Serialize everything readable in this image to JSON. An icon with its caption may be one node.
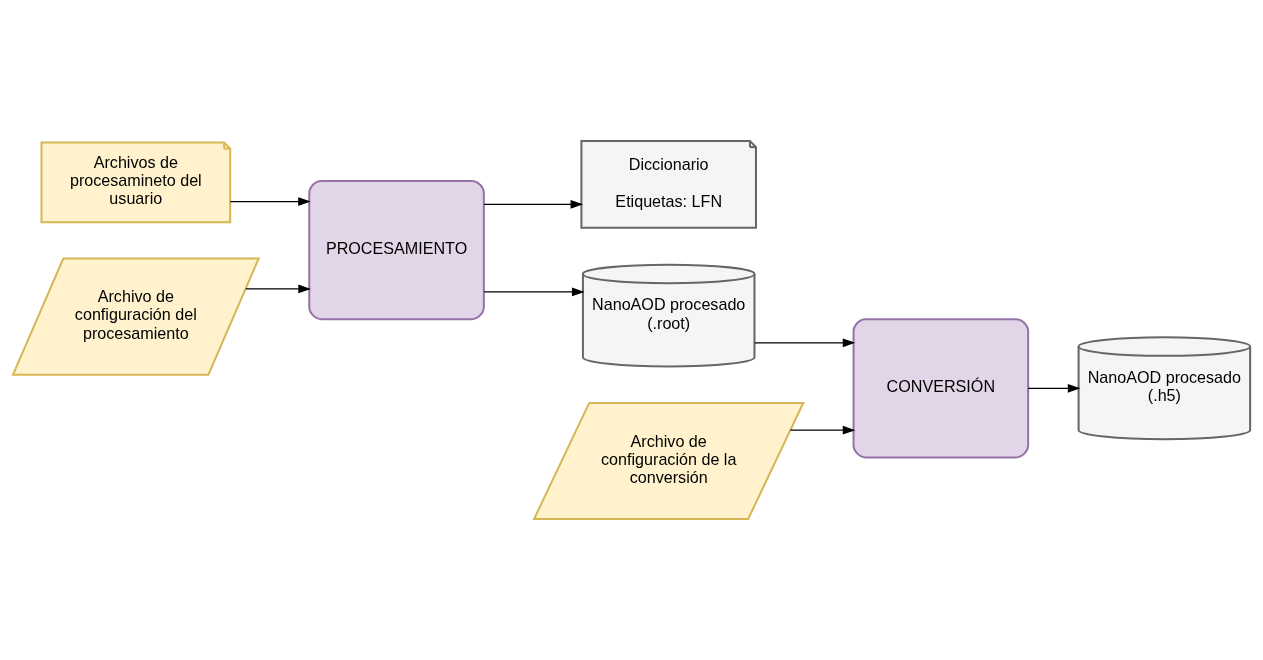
{
  "diagram": {
    "nodes": [
      {
        "text": [
          "Archivos de procesamineto del usuario"
        ]
      },
      {
        "text": [
          "Diccionario",
          "Etiquetas: LFN"
        ]
      },
      {
        "text": [
          "PROCESAMIENTO"
        ]
      },
      {
        "text": [
          "NanoAOD procesado (.root)"
        ]
      },
      {
        "text": [
          "CONVERSIÓN"
        ]
      },
      {
        "text": [
          "NanoAOD procesado (.h5)"
        ]
      },
      {
        "text": [
          "Archivo de configuración del procesamiento"
        ]
      },
      {
        "text": [
          "Archivo de configuración de la conversión"
        ]
      }
    ],
    "edges": [
      {
        "from": 0,
        "to": 2,
        "arrow": "to"
      },
      {
        "from": 2,
        "to": 1,
        "arrow": "to"
      },
      {
        "from": 2,
        "to": 3,
        "arrow": "to"
      },
      {
        "from": 3,
        "to": 4,
        "arrow": "to"
      },
      {
        "from": 4,
        "to": 5,
        "arrow": "to"
      },
      {
        "from": 6,
        "to": 2,
        "arrow": "to"
      },
      {
        "from": 7,
        "to": 4,
        "arrow": "to"
      }
    ]
  }
}
